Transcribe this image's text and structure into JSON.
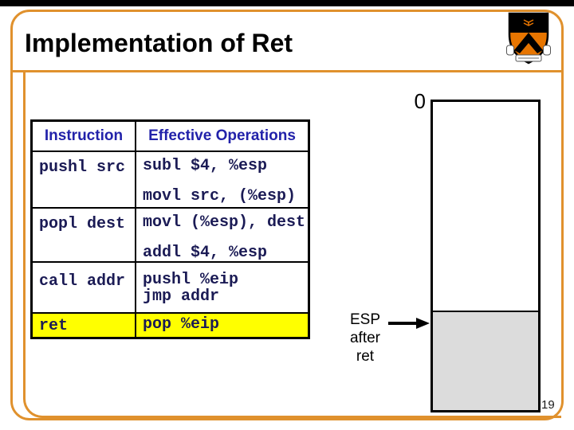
{
  "slide": {
    "title": "Implementation of Ret",
    "page_number": "19"
  },
  "table": {
    "headers": [
      "Instruction",
      "Effective Operations"
    ],
    "rows": [
      {
        "instruction": "pushl src",
        "ops": [
          "subl $4, %esp",
          "movl src, (%esp)"
        ],
        "highlight": false
      },
      {
        "instruction": "popl dest",
        "ops": [
          "movl (%esp), dest",
          "addl $4, %esp"
        ],
        "highlight": false
      },
      {
        "instruction": "call addr",
        "ops": [
          "pushl %eip",
          "jmp addr"
        ],
        "highlight": false
      },
      {
        "instruction": "ret",
        "ops": [
          "pop %eip"
        ],
        "highlight": true
      }
    ],
    "highlight_color": "#FFFF00"
  },
  "stack_diagram": {
    "top_label": "0",
    "pointer_label_lines": [
      "ESP",
      "after",
      "ret"
    ],
    "filled_region_color": "#DCDCDC"
  },
  "colors": {
    "accent_orange": "#E0912D",
    "header_text_blue": "#2222AA",
    "code_text_navy": "#1B1B55",
    "crest_orange": "#E77500"
  }
}
